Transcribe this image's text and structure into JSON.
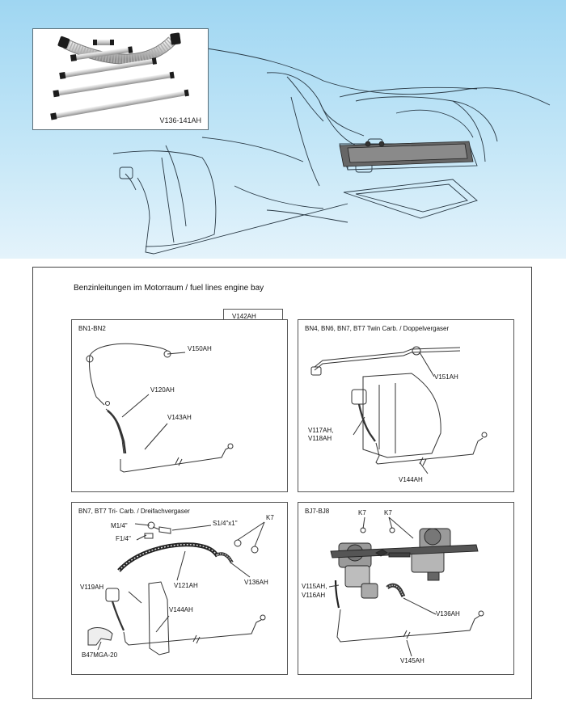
{
  "photo": {
    "caption": "V136-141AH"
  },
  "section": {
    "title": "Benzinleitungen im Motorraum / fuel lines engine bay"
  },
  "inset": {
    "label": "V142AH"
  },
  "panels": {
    "bn1": {
      "title": "BN1-BN2",
      "labels": [
        "V150AH",
        "V120AH",
        "V143AH"
      ]
    },
    "bn4": {
      "title": "BN4, BN6, BN7, BT7  Twin Carb. / Doppelvergaser",
      "labels": [
        "V151AH",
        "V117AH,",
        "V118AH",
        "V144AH"
      ]
    },
    "bn7": {
      "title": "BN7, BT7  Tri- Carb. / Dreifachvergaser",
      "labels": [
        "M1/4\"",
        "F1/4\"",
        "S1/4\"x1\"",
        "K7",
        "V121AH",
        "V136AH",
        "V119AH",
        "V144AH",
        "B47MGA-20"
      ]
    },
    "bj7": {
      "title": "BJ7-BJ8",
      "labels": [
        "K7",
        "K7",
        "V115AH,",
        "V116AH",
        "V136AH",
        "V145AH"
      ]
    }
  }
}
